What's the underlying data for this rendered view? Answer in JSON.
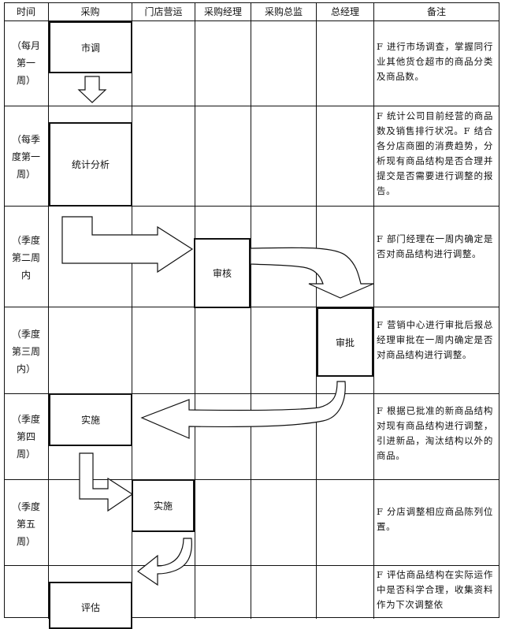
{
  "headers": {
    "time": "时间",
    "purchase": "采购",
    "store_ops": "门店营运",
    "purchase_manager": "采购经理",
    "purchase_director": "采购总监",
    "general_manager": "总经理",
    "remarks": "备注"
  },
  "rows": [
    {
      "time": [
        "（每月",
        "第一",
        "周）"
      ],
      "step": "市调",
      "note": "F 进行市场调查，掌握同行业其他货仓超市的商品分类及商品数。"
    },
    {
      "time": [
        "（每季",
        "度第一",
        "周）"
      ],
      "step": "统计分析",
      "note": "F 统计公司目前经营的商品数及销售排行状况。F 结合各分店商圈的消费趋势，分析现有商品结构是否合理并提交是否需要进行调整的报告。"
    },
    {
      "time": [
        "（季度",
        "第二周",
        "内"
      ],
      "step": "审核",
      "note": "F 部门经理在一周内确定是否对商品结构进行调整。"
    },
    {
      "time": [
        "（季度",
        "第三周",
        "内）"
      ],
      "step": "审批",
      "note": "F 营销中心进行审批后报总经理审批在一周内确定是否对商品结构进行调整。"
    },
    {
      "time": [
        "（季度",
        "第四",
        "周）"
      ],
      "step": "实施",
      "note": "F 根据已批准的新商品结构对现有商品结构进行调整，引进新品，淘汰结构以外的商品。"
    },
    {
      "time": [
        "（季度",
        "第五",
        "周）"
      ],
      "step": "实施",
      "note": "F 分店调整相应商品陈列位置。"
    },
    {
      "time": [],
      "step": "评估",
      "note": "F 评估商品结构在实际运作中是否科学合理，收集资料作为下次调整依"
    }
  ]
}
